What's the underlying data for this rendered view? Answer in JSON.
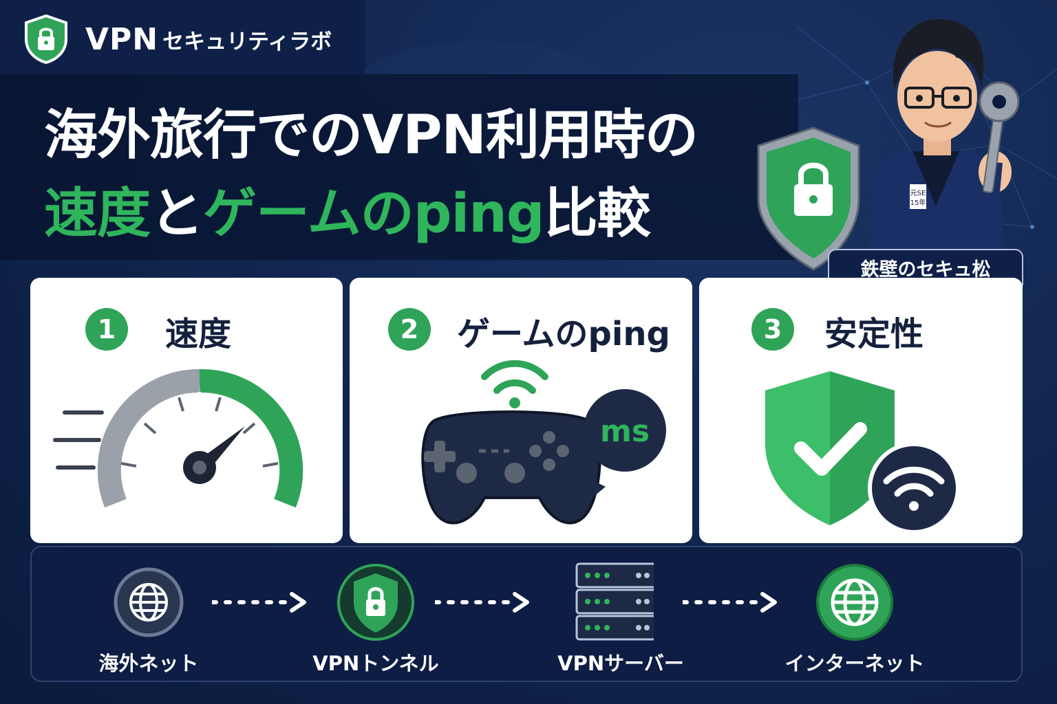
{
  "brand": {
    "prefix": "VPN",
    "suffix": "セキュリティラボ",
    "icon": "lock-shield-icon"
  },
  "title": {
    "line1": "海外旅行でのVPN利用時の",
    "line2_part1": "速度",
    "line2_part2": "と",
    "line2_part3": "ゲームのping",
    "line2_part4": "比較"
  },
  "mascot": {
    "name": "鉄壁のセキュ松",
    "badge_line1": "元SE",
    "badge_line2": "15年",
    "icon": "mascot-illustration"
  },
  "cards": [
    {
      "number": "1",
      "title": "速度",
      "icon": "speedometer-icon"
    },
    {
      "number": "2",
      "title": "ゲームのping",
      "icon": "game-controller-icon",
      "bubble": "ms"
    },
    {
      "number": "3",
      "title": "安定性",
      "icon": "check-shield-icon"
    }
  ],
  "flow": [
    {
      "label": "海外ネット",
      "icon": "globe-icon"
    },
    {
      "label": "VPNトンネル",
      "icon": "lock-shield-icon"
    },
    {
      "label": "VPNサーバー",
      "icon": "server-icon"
    },
    {
      "label": "インターネット",
      "icon": "globe-icon"
    }
  ],
  "colors": {
    "accent": "#2fb55c",
    "navy": "#0d1d44",
    "card": "#ffffff",
    "dark": "#14213d"
  }
}
